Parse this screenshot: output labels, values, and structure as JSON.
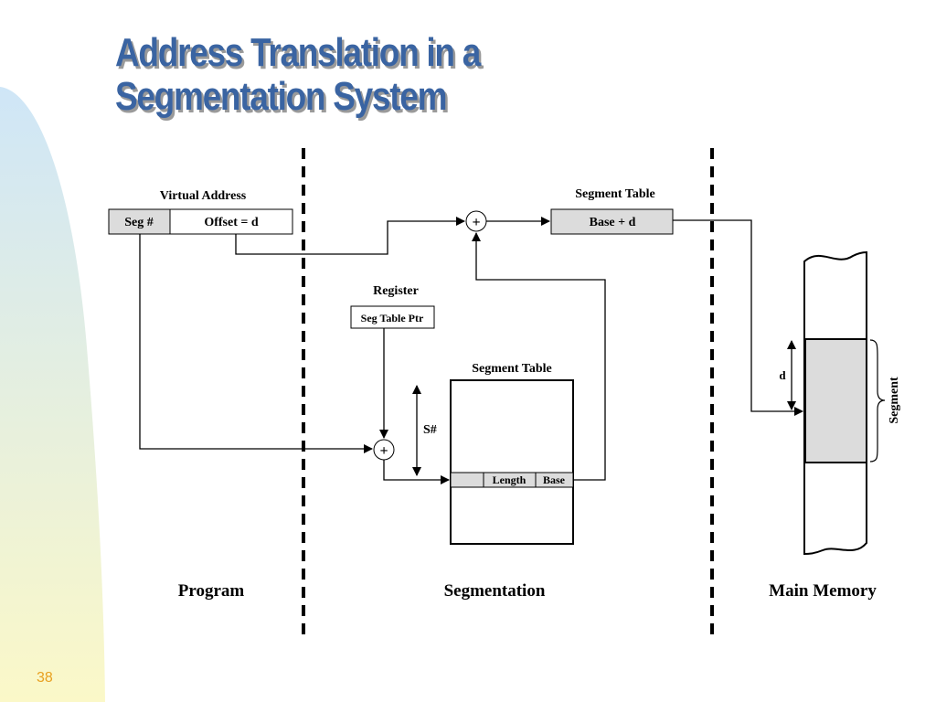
{
  "slide": {
    "title_line1": "Address Translation in a",
    "title_line2": "Segmentation System",
    "page_number": "38"
  },
  "diagram": {
    "virtual_address": {
      "label": "Virtual Address",
      "seg_field": "Seg #",
      "offset_field": "Offset = d"
    },
    "top_segment_table": {
      "label": "Segment Table",
      "cell": "Base + d"
    },
    "register": {
      "label": "Register",
      "cell": "Seg Table Ptr"
    },
    "segment_table": {
      "label": "Segment Table",
      "length_col": "Length",
      "base_col": "Base",
      "index_label": "S#"
    },
    "adder_symbol": "+",
    "main_memory": {
      "segment_label": "Segment",
      "offset_label": "d"
    },
    "sections": {
      "program": "Program",
      "segmentation": "Segmentation",
      "main_memory": "Main Memory"
    }
  },
  "colors": {
    "title": "#3a64a2",
    "title_shadow": "#9a9a9a",
    "page_number": "#e8a020",
    "cell_fill": "#dcdcdc",
    "side_gradient_top": "#cfe6f7",
    "side_gradient_bottom": "#fbf8c8"
  }
}
